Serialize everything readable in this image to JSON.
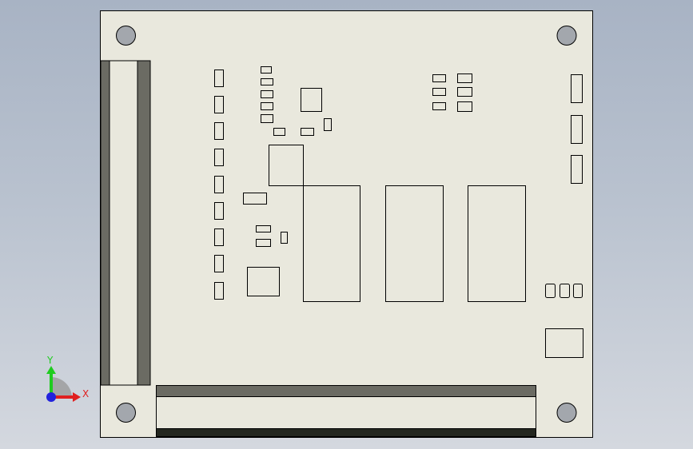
{
  "viewport": {
    "background_top": "#a8b3c4",
    "background_bottom": "#d4d8df"
  },
  "board": {
    "fill": "#e9e8dd",
    "outline": "#000000",
    "hole_fill": "#a3a7ad",
    "connector_dark": "#6b6b63",
    "connector_black": "#23261f"
  },
  "components": {
    "left_caps_count": 9,
    "top_small_parts_count": 8,
    "top_right_resistors_count": 6,
    "right_connectors_count": 3,
    "memory_chips_count": 3,
    "bottom_right_leds_count": 3
  },
  "triad": {
    "x_label": "X",
    "y_label": "Y",
    "x_color": "#e01f1f",
    "y_color": "#1fcc1f",
    "z_color": "#2222dd"
  }
}
